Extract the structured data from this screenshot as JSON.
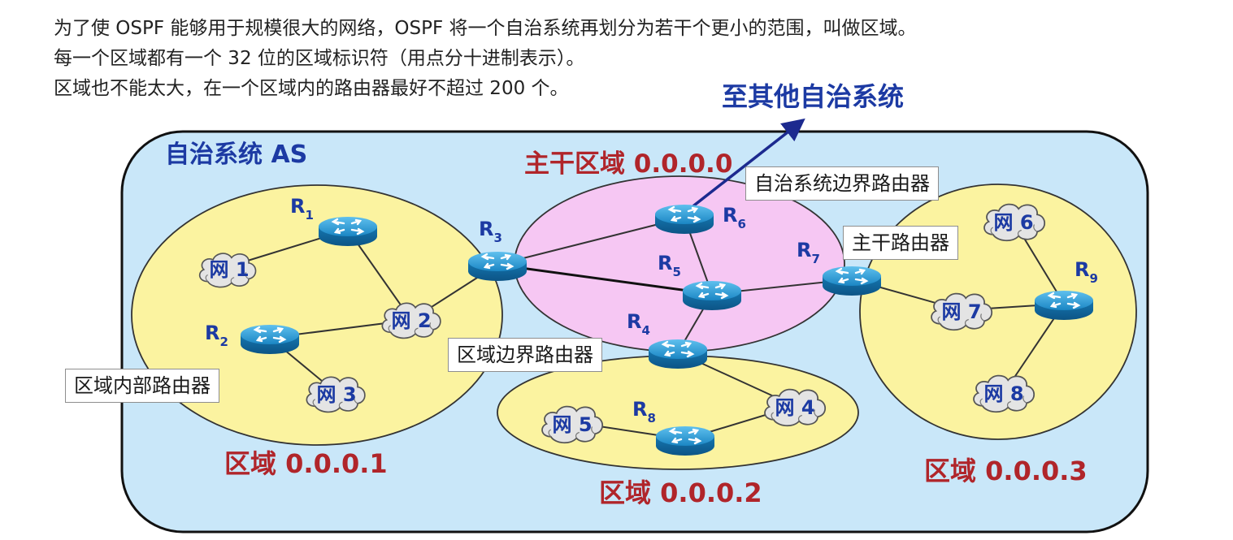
{
  "intro": {
    "line1": "为了使 OSPF 能够用于规模很大的网络，OSPF 将一个自治系统再划分为若干个更小的范围，叫做区域。",
    "line2": "每一个区域都有一个 32 位的区域标识符（用点分十进制表示）。",
    "line3": "区域也不能太大，在一个区域内的路由器最好不超过 200 个。"
  },
  "diagram": {
    "to_other_as": "至其他自治系统",
    "as_title": "自治系统 AS",
    "backbone_title": "主干区域 0.0.0.0",
    "areas": {
      "area1": "区域 0.0.0.1",
      "area2": "区域 0.0.0.2",
      "area3": "区域 0.0.0.3"
    },
    "routers": [
      {
        "id": "r1",
        "letter": "R",
        "sub": "1"
      },
      {
        "id": "r2",
        "letter": "R",
        "sub": "2"
      },
      {
        "id": "r3",
        "letter": "R",
        "sub": "3"
      },
      {
        "id": "r4",
        "letter": "R",
        "sub": "4"
      },
      {
        "id": "r5",
        "letter": "R",
        "sub": "5"
      },
      {
        "id": "r6",
        "letter": "R",
        "sub": "6"
      },
      {
        "id": "r7",
        "letter": "R",
        "sub": "7"
      },
      {
        "id": "r8",
        "letter": "R",
        "sub": "8"
      },
      {
        "id": "r9",
        "letter": "R",
        "sub": "9"
      }
    ],
    "networks": [
      {
        "id": "n1",
        "label": "网 1"
      },
      {
        "id": "n2",
        "label": "网 2"
      },
      {
        "id": "n3",
        "label": "网 3"
      },
      {
        "id": "n4",
        "label": "网 4"
      },
      {
        "id": "n5",
        "label": "网 5"
      },
      {
        "id": "n6",
        "label": "网 6"
      },
      {
        "id": "n7",
        "label": "网 7"
      },
      {
        "id": "n8",
        "label": "网 8"
      }
    ],
    "callouts": {
      "as_boundary": "自治系统边界路由器",
      "backbone_router": "主干路由器",
      "area_border": "区域边界路由器",
      "internal_router": "区域内部路由器"
    }
  },
  "colors": {
    "as_fill": "#c9e7f9",
    "area_fill": "#fbf3a0",
    "backbone_fill": "#f6c7f3",
    "title_blue": "#1c3aa3",
    "area_red": "#b0252a",
    "router_blue": "#1a7fb8"
  }
}
